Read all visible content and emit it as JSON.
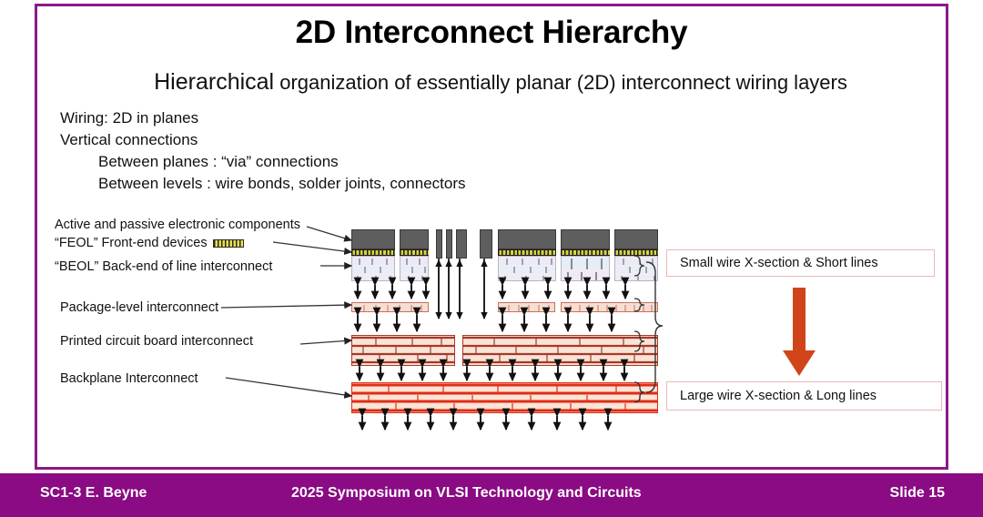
{
  "slide": {
    "title": "2D Interconnect Hierarchy",
    "subtitle_lead": "Hierarchical",
    "subtitle_rest": " organization of essentially planar (2D) interconnect wiring layers",
    "border_color": "#8A1A87",
    "footer_color": "#8A0B83"
  },
  "body": {
    "line1": "Wiring: 2D in planes",
    "line2": "Vertical connections",
    "line3": "Between planes : “via” connections",
    "line4": "Between levels :  wire bonds, solder joints, connectors"
  },
  "diagram_labels": {
    "active": "Active and passive electronic components",
    "feol": "“FEOL” Front-end devices",
    "beol": "“BEOL” Back-end of line interconnect",
    "package": "Package-level interconnect",
    "pcb": "Printed circuit board interconnect",
    "backplane": "Backplane Interconnect"
  },
  "callouts": {
    "small": "Small wire X-section &  Short lines",
    "large": "Large wire X-section & Long lines",
    "arrow_color": "#D1441A"
  },
  "footer": {
    "left": "SC1-3   E. Beyne",
    "center": "2025 Symposium on VLSI Technology and Circuits",
    "right": "Slide 15"
  },
  "icons": {
    "feol_swatch": "feol-swatch-icon",
    "down_arrow": "down-arrow-icon",
    "brace": "curly-brace-icon",
    "double_arrow": "double-headed-arrow-icon"
  }
}
